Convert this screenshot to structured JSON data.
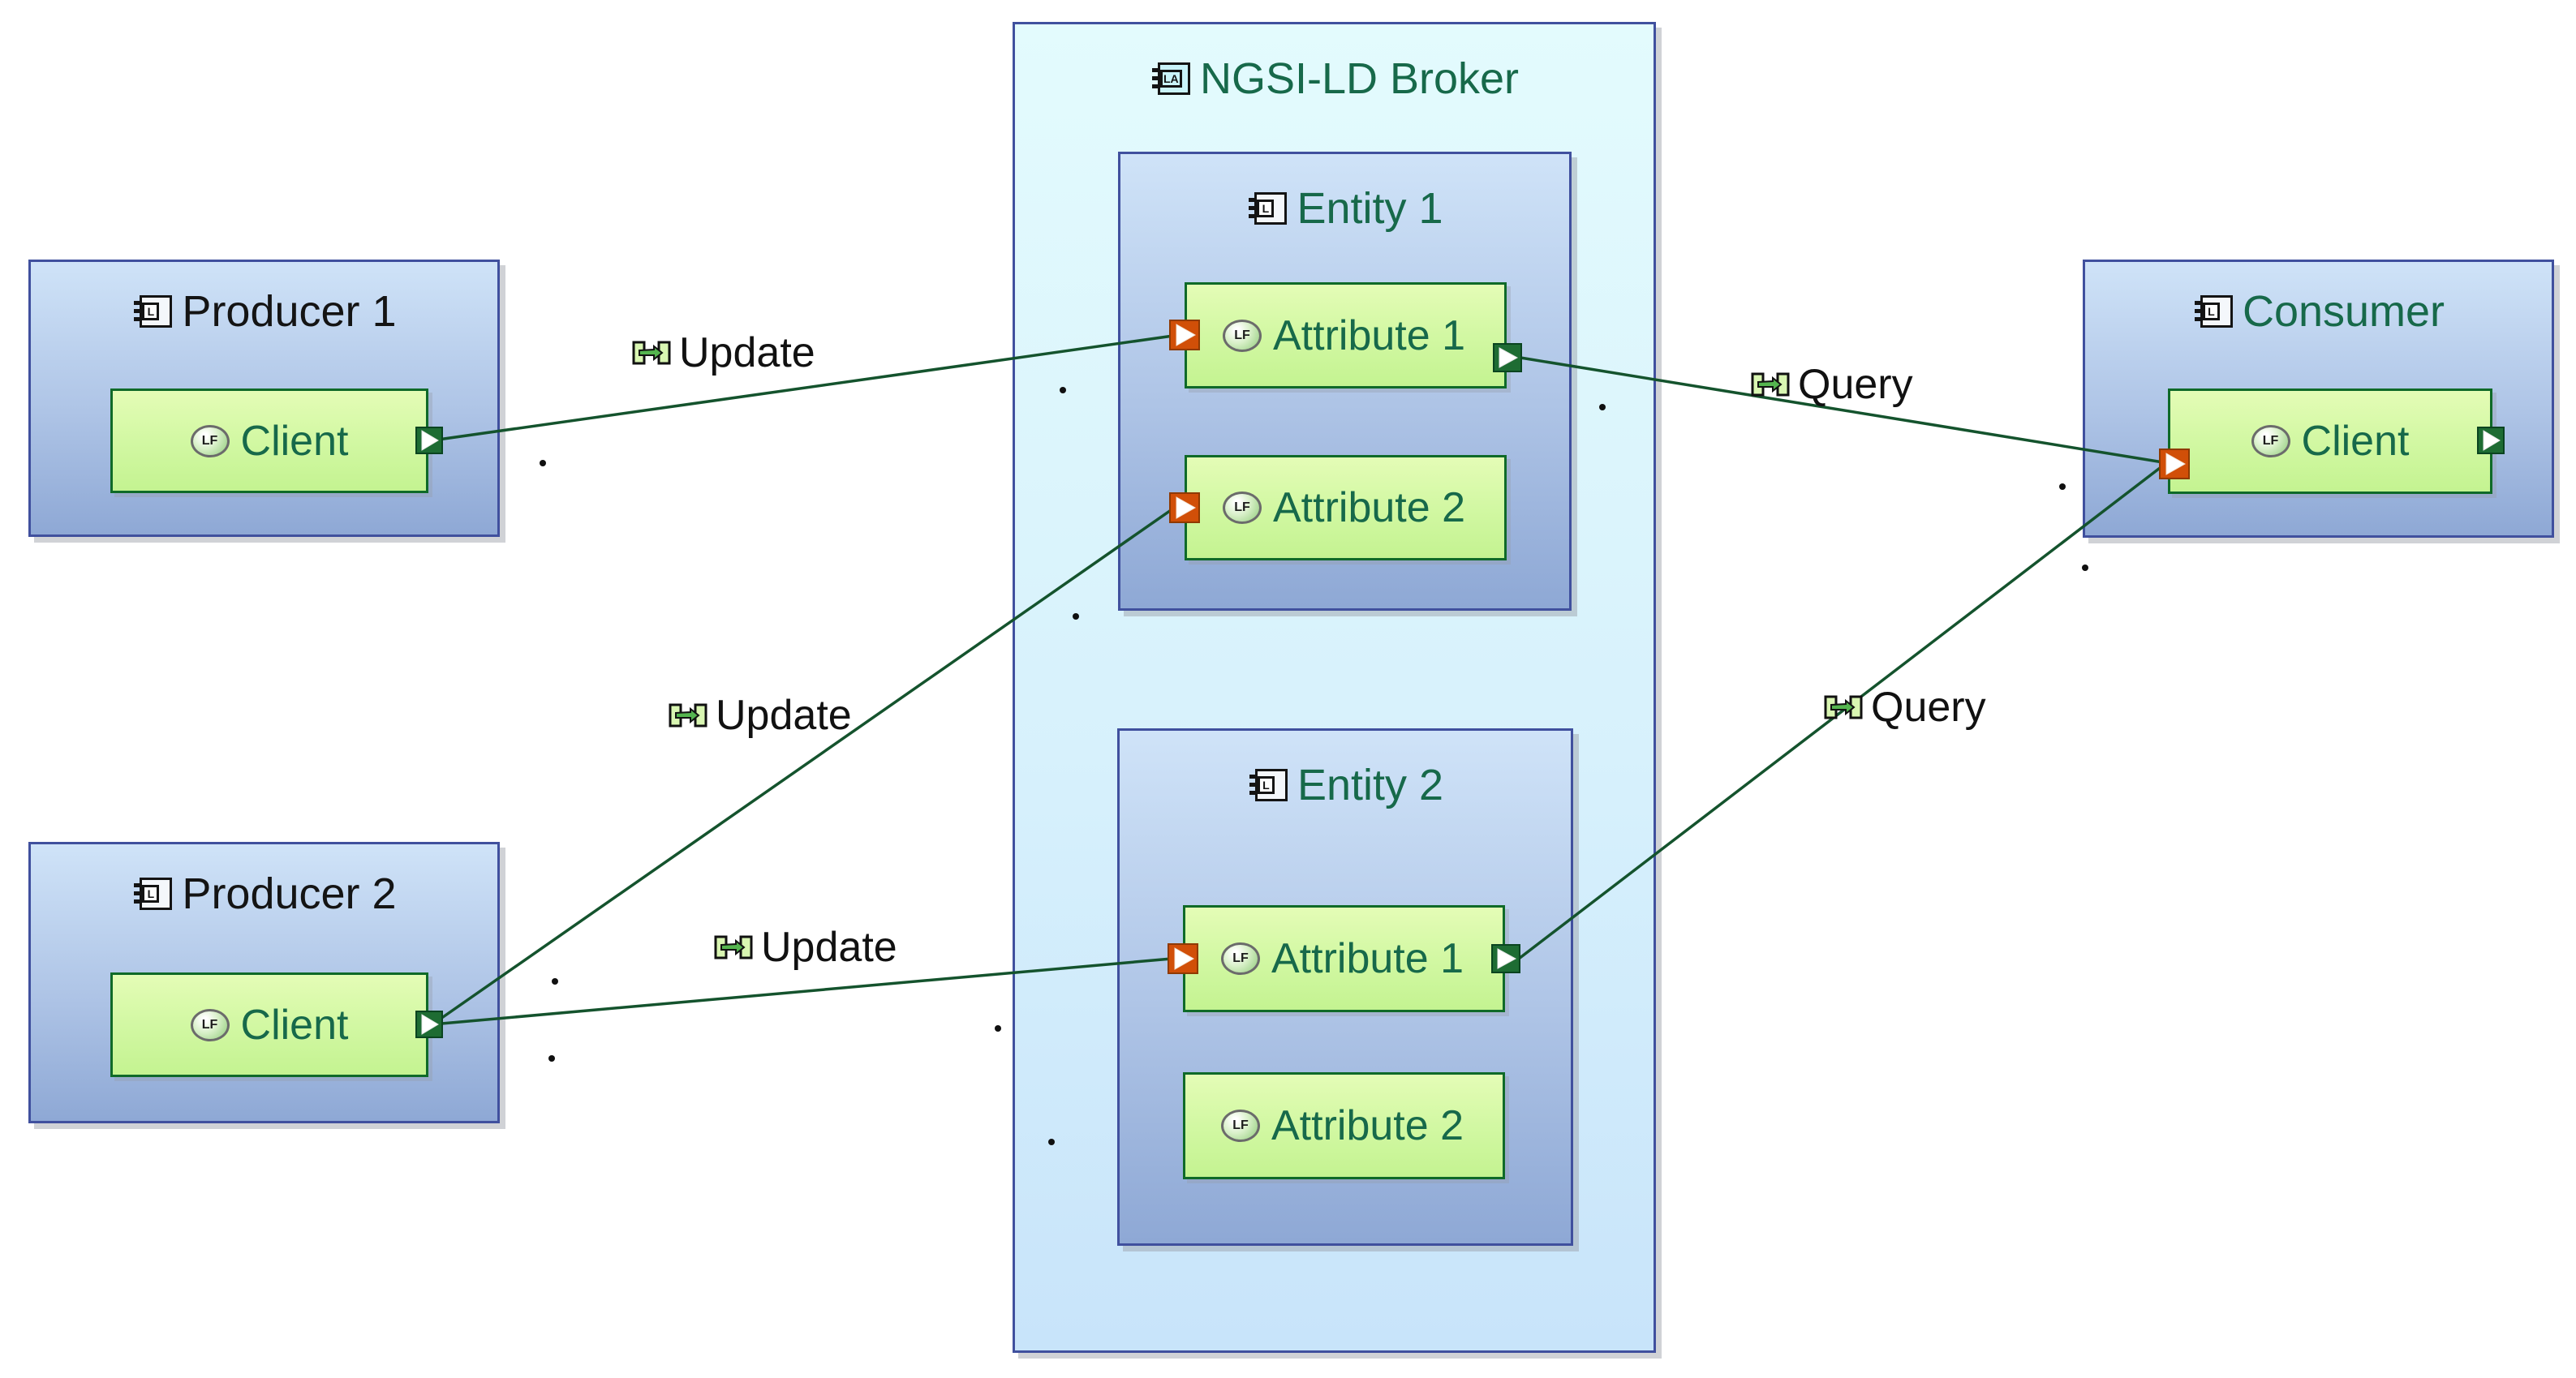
{
  "nodes": {
    "producer1": {
      "title": "Producer 1",
      "icon_letter": "L",
      "client": {
        "label": "Client",
        "badge": "LF"
      }
    },
    "producer2": {
      "title": "Producer 2",
      "icon_letter": "L",
      "client": {
        "label": "Client",
        "badge": "LF"
      }
    },
    "broker": {
      "title": "NGSI-LD Broker",
      "icon_letter": "LA",
      "entity1": {
        "title": "Entity 1",
        "icon_letter": "L",
        "attr1": {
          "label": "Attribute 1",
          "badge": "LF"
        },
        "attr2": {
          "label": "Attribute 2",
          "badge": "LF"
        }
      },
      "entity2": {
        "title": "Entity 2",
        "icon_letter": "L",
        "attr1": {
          "label": "Attribute 1",
          "badge": "LF"
        },
        "attr2": {
          "label": "Attribute 2",
          "badge": "LF"
        }
      }
    },
    "consumer": {
      "title": "Consumer",
      "icon_letter": "L",
      "client": {
        "label": "Client",
        "badge": "LF"
      }
    }
  },
  "connections": [
    {
      "label": "Update",
      "from": "Producer 1 / Client",
      "to": "NGSI-LD Broker / Entity 1 / Attribute 1"
    },
    {
      "label": "Update",
      "from": "Producer 2 / Client",
      "to": "NGSI-LD Broker / Entity 1 / Attribute 2"
    },
    {
      "label": "Update",
      "from": "Producer 2 / Client",
      "to": "NGSI-LD Broker / Entity 2 / Attribute 1"
    },
    {
      "label": "Query",
      "from": "NGSI-LD Broker / Entity 1 / Attribute 1",
      "to": "Consumer / Client"
    },
    {
      "label": "Query",
      "from": "NGSI-LD Broker / Entity 2 / Attribute 1",
      "to": "Consumer / Client"
    }
  ],
  "colors": {
    "line": "#14532d",
    "green_text": "#17694a",
    "black_text": "#141414",
    "port_input": "#d14f08",
    "port_output": "#1e6c33",
    "blue_box_border": "#40509e",
    "green_box_border": "#0f6a28"
  }
}
